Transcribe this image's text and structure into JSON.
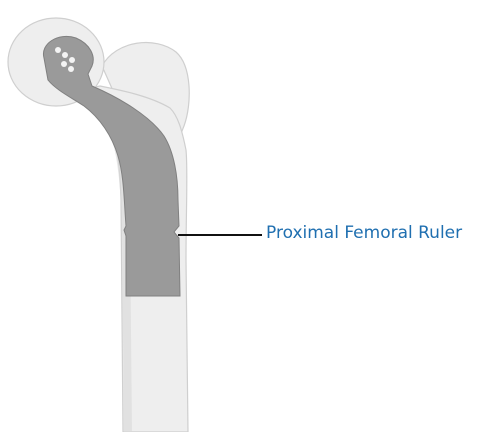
{
  "callout": {
    "label": "Proximal Femoral Ruler"
  },
  "colors": {
    "bone": "#eeeeee",
    "bone_edge": "#cfcfcf",
    "bone_shadow": "#d9d9d9",
    "implant": "#9a9a9a",
    "implant_edge": "#808080",
    "holes": "#f4f4f4",
    "leader_line": "#111111",
    "label_text": "#1f6fb0"
  },
  "icons": {
    "femur": "femur-bone-illustration",
    "ruler": "proximal-femoral-ruler-illustration"
  }
}
